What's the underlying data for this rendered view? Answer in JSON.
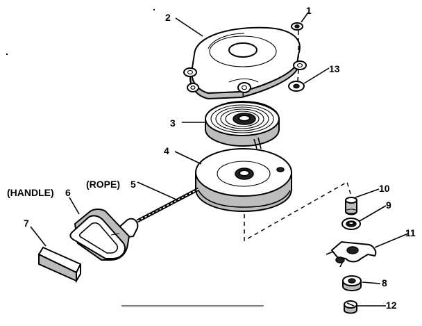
{
  "labels": {
    "p1": "1",
    "p2": "2",
    "p3": "3",
    "p4": "4",
    "p5": "5",
    "p6": "6",
    "p7": "7",
    "p8": "8",
    "p9": "9",
    "p10": "10",
    "p11": "11",
    "p12": "12",
    "p13": "13",
    "rope": "(ROPE)",
    "handle": "(HANDLE)"
  }
}
